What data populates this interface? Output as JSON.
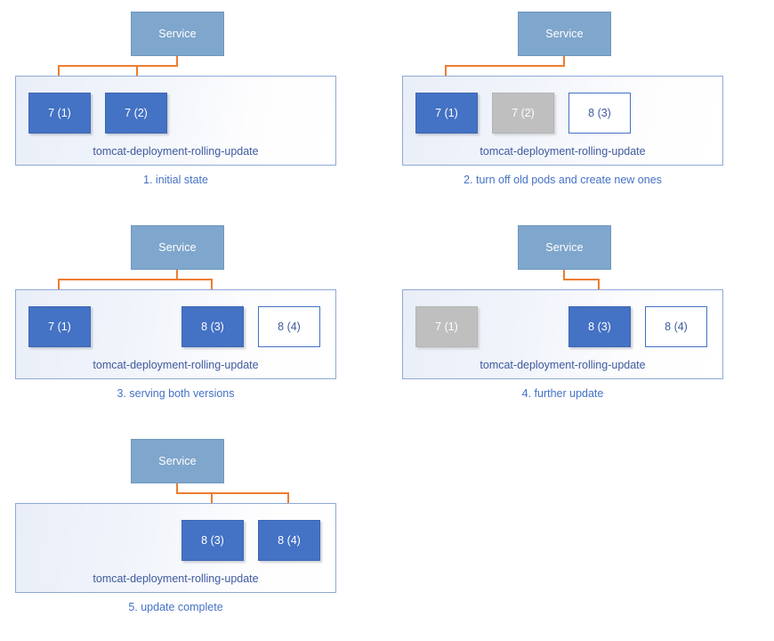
{
  "diagram": {
    "title": "Kubernetes rolling update sequence",
    "colors": {
      "service_fill": "#7FA6CC",
      "pod_active_fill": "#4472C4",
      "pod_terminating_fill": "#BFBFBF",
      "pod_pending_fill": "#FFFFFF",
      "pod_pending_border": "#4472C4",
      "container_border": "#8EA9D6",
      "connector": "#ED7D31",
      "caption_text": "#4472C4",
      "deployment_label_text": "#3F5A9E"
    },
    "service_label": "Service",
    "deployment_label": "tomcat-deployment-rolling-update",
    "panels": [
      {
        "id": "panel-1",
        "caption": "1. initial state",
        "service": "Service",
        "deployment": "tomcat-deployment-rolling-update",
        "pods": [
          {
            "slot": 1,
            "label": "7 (1)",
            "state": "active"
          },
          {
            "slot": 2,
            "label": "7 (2)",
            "state": "active"
          }
        ],
        "arrow_slots": [
          1,
          2
        ]
      },
      {
        "id": "panel-2",
        "caption": "2. turn off old pods and create new ones",
        "service": "Service",
        "deployment": "tomcat-deployment-rolling-update",
        "pods": [
          {
            "slot": 1,
            "label": "7 (1)",
            "state": "active"
          },
          {
            "slot": 2,
            "label": "7 (2)",
            "state": "terminating"
          },
          {
            "slot": 3,
            "label": "8 (3)",
            "state": "pending"
          }
        ],
        "arrow_slots": [
          1
        ]
      },
      {
        "id": "panel-3",
        "caption": "3. serving both versions",
        "service": "Service",
        "deployment": "tomcat-deployment-rolling-update",
        "pods": [
          {
            "slot": 1,
            "label": "7 (1)",
            "state": "active"
          },
          {
            "slot": 3,
            "label": "8 (3)",
            "state": "active"
          },
          {
            "slot": 4,
            "label": "8 (4)",
            "state": "pending"
          }
        ],
        "arrow_slots": [
          1,
          3
        ]
      },
      {
        "id": "panel-4",
        "caption": "4. further update",
        "service": "Service",
        "deployment": "tomcat-deployment-rolling-update",
        "pods": [
          {
            "slot": 1,
            "label": "7 (1)",
            "state": "terminating"
          },
          {
            "slot": 3,
            "label": "8 (3)",
            "state": "active"
          },
          {
            "slot": 4,
            "label": "8 (4)",
            "state": "pending"
          }
        ],
        "arrow_slots": [
          3
        ]
      },
      {
        "id": "panel-5",
        "caption": "5. update complete",
        "service": "Service",
        "deployment": "tomcat-deployment-rolling-update",
        "pods": [
          {
            "slot": 3,
            "label": "8 (3)",
            "state": "active"
          },
          {
            "slot": 4,
            "label": "8 (4)",
            "state": "active"
          }
        ],
        "arrow_slots": [
          3,
          4
        ]
      }
    ]
  }
}
